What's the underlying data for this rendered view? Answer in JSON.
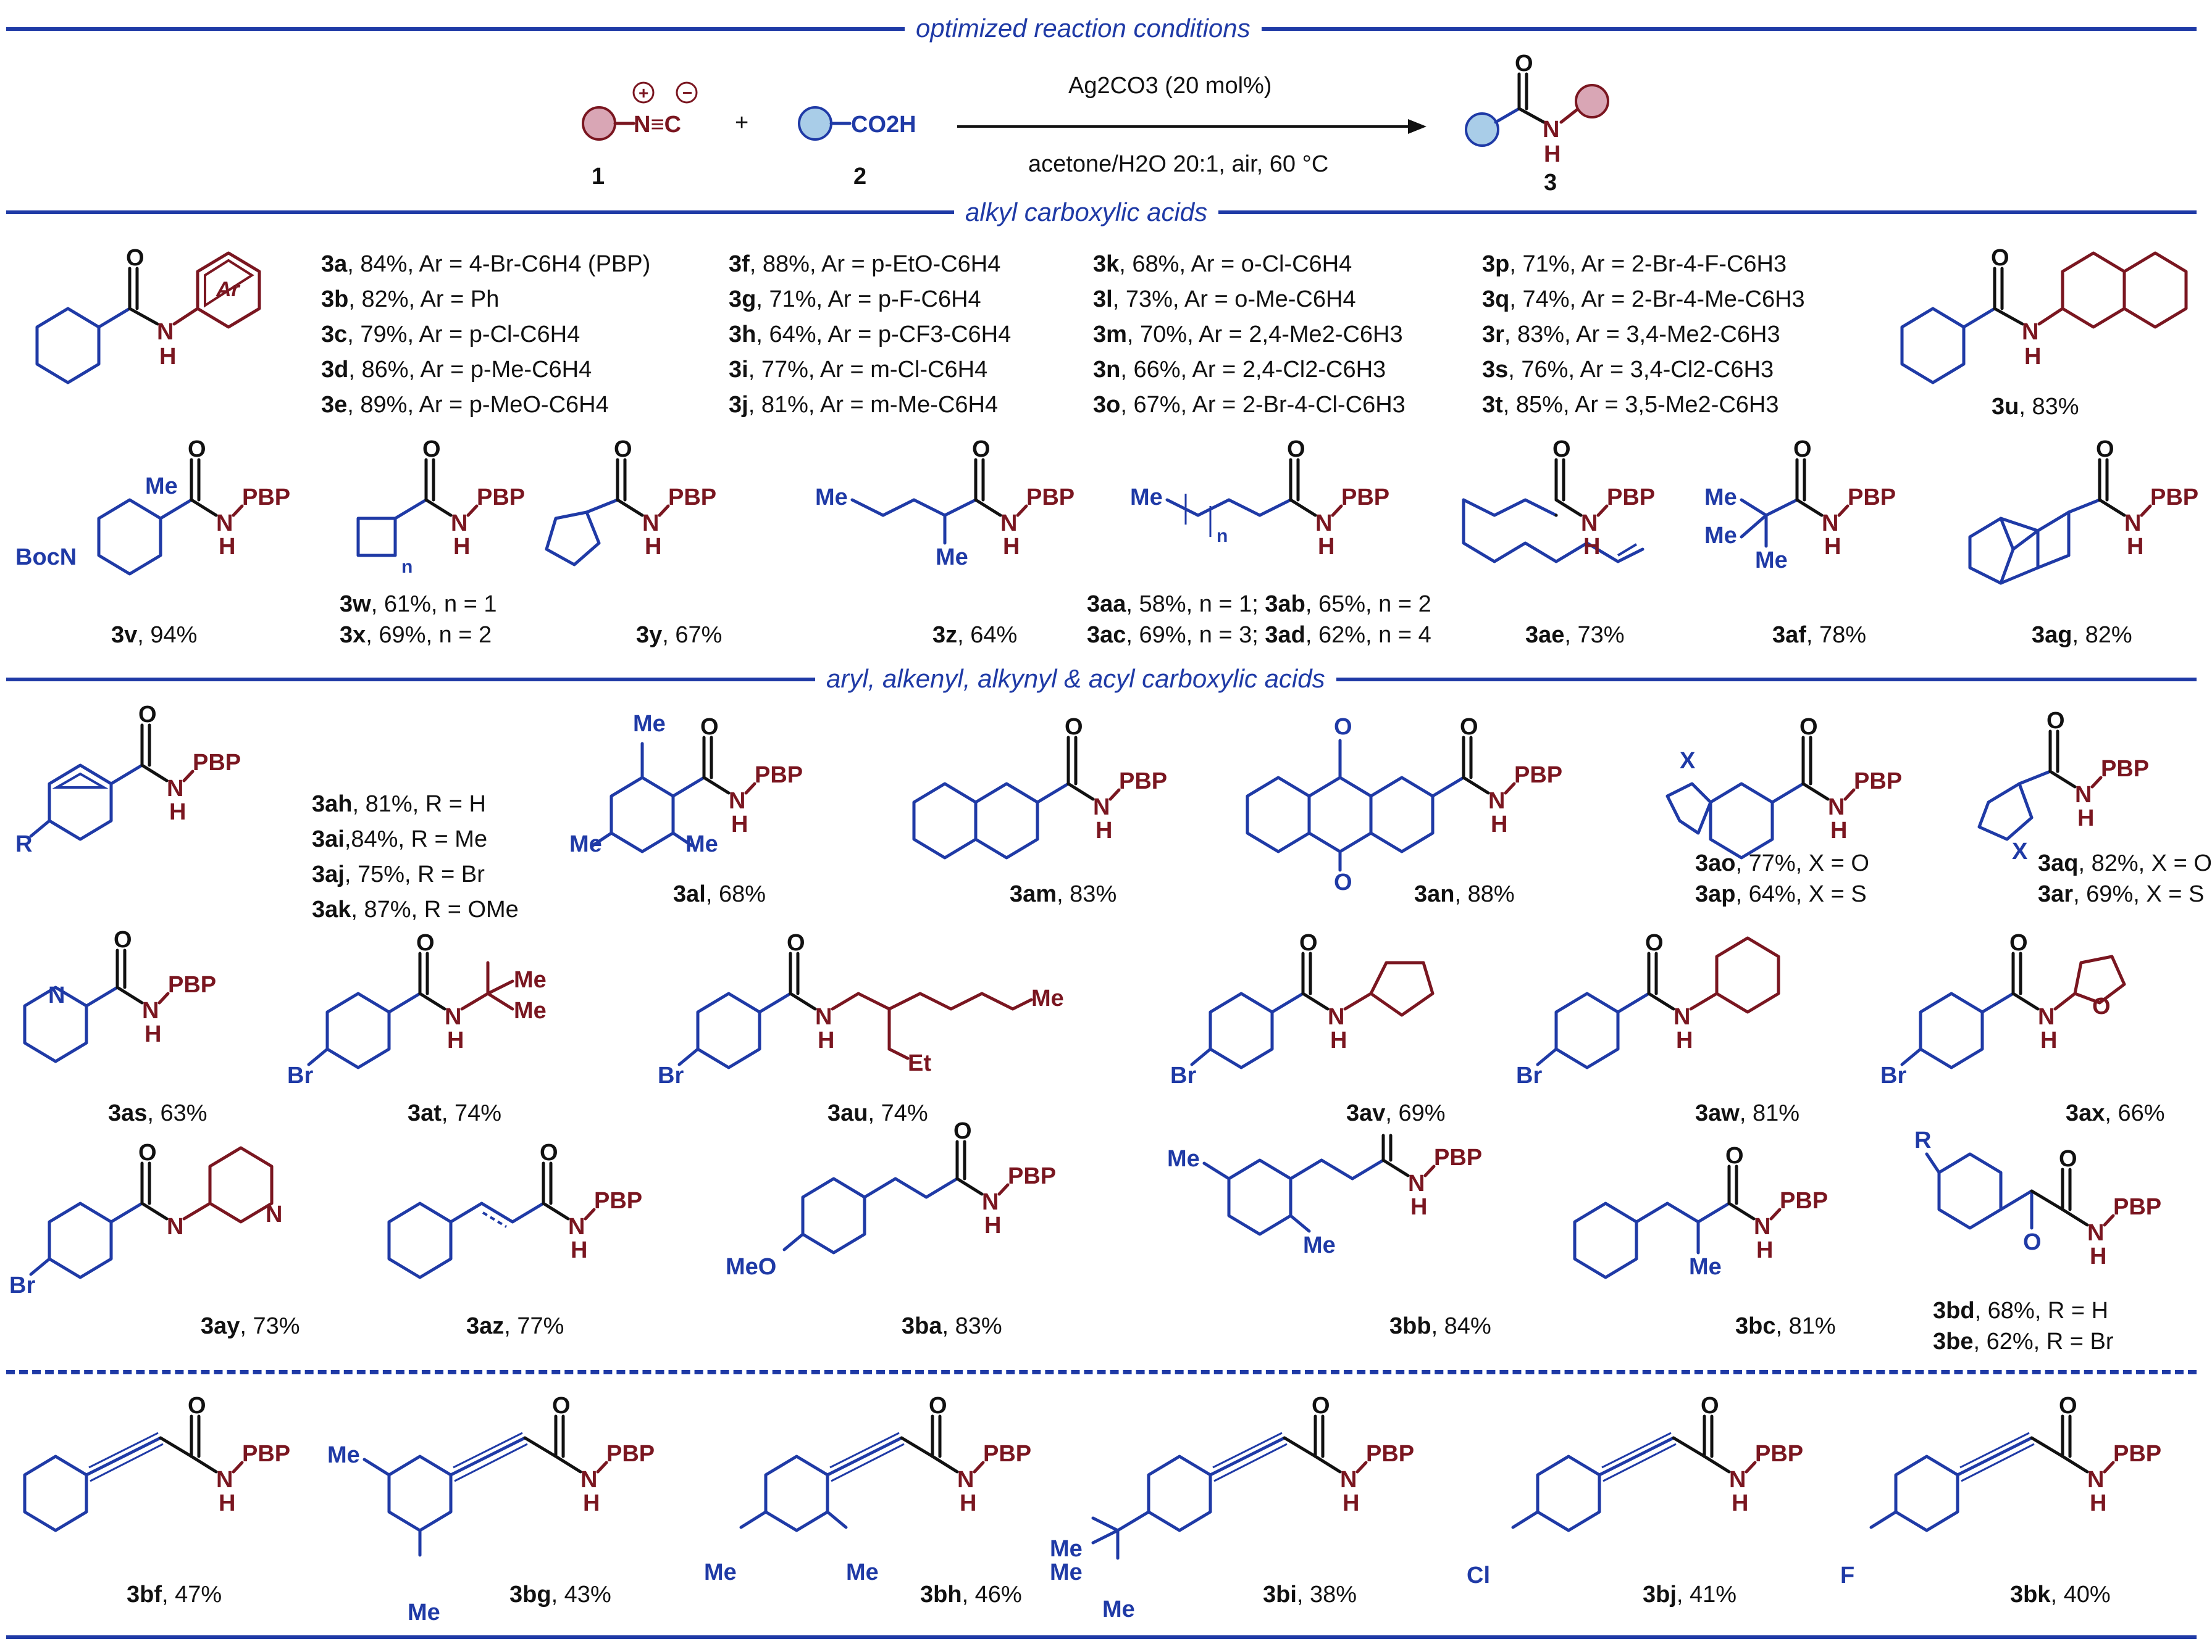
{
  "headings": {
    "top": "optimized reaction conditions",
    "alkyl": "alkyl carboxylic acids",
    "aryl": "aryl, alkenyl, alkynyl & acyl carboxylic acids"
  },
  "scheme": {
    "reagent1_label": "1",
    "reagent2_label": "2",
    "product_label": "3",
    "plus": "+",
    "acid_group": "CO2H",
    "isocyanide": "N≡C",
    "catalyst": "Ag2CO3 (20 mol%)",
    "conditions": "acetone/H2O 20:1, air, 60 °C"
  },
  "atoms": {
    "O": "O",
    "H": "H",
    "N": "N",
    "PBP": "PBP",
    "Me": "Me",
    "Br": "Br",
    "Cl": "Cl",
    "F": "F",
    "X": "X",
    "R": "R",
    "Ar": "Ar",
    "BocN": "BocN",
    "MeO": "MeO",
    "Et": "Et",
    "n": "n"
  },
  "alkyl_lists": [
    [
      {
        "id": "3a",
        "text": ", 84%, Ar = 4-Br-C6H4 (PBP)"
      },
      {
        "id": "3b",
        "text": ", 82%, Ar = Ph"
      },
      {
        "id": "3c",
        "text": ", 79%, Ar = p-Cl-C6H4"
      },
      {
        "id": "3d",
        "text": ", 86%, Ar = p-Me-C6H4"
      },
      {
        "id": "3e",
        "text": ", 89%, Ar = p-MeO-C6H4"
      }
    ],
    [
      {
        "id": "3f",
        "text": ", 88%, Ar = p-EtO-C6H4"
      },
      {
        "id": "3g",
        "text": ", 71%, Ar = p-F-C6H4"
      },
      {
        "id": "3h",
        "text": ", 64%, Ar = p-CF3-C6H4"
      },
      {
        "id": "3i",
        "text": ", 77%, Ar = m-Cl-C6H4"
      },
      {
        "id": "3j",
        "text": ", 81%, Ar = m-Me-C6H4"
      }
    ],
    [
      {
        "id": "3k",
        "text": ", 68%, Ar = o-Cl-C6H4"
      },
      {
        "id": "3l",
        "text": ", 73%, Ar = o-Me-C6H4"
      },
      {
        "id": "3m",
        "text": ", 70%, Ar = 2,4-Me2-C6H3"
      },
      {
        "id": "3n",
        "text": ", 66%, Ar = 2,4-Cl2-C6H3"
      },
      {
        "id": "3o",
        "text": ", 67%, Ar = 2-Br-4-Cl-C6H3"
      }
    ],
    [
      {
        "id": "3p",
        "text": ", 71%, Ar = 2-Br-4-F-C6H3"
      },
      {
        "id": "3q",
        "text": ", 74%, Ar = 2-Br-4-Me-C6H3"
      },
      {
        "id": "3r",
        "text": ", 83%, Ar = 3,4-Me2-C6H3"
      },
      {
        "id": "3s",
        "text": ", 76%, Ar = 3,4-Cl2-C6H3"
      },
      {
        "id": "3t",
        "text": ", 85%, Ar = 3,5-Me2-C6H3"
      }
    ]
  ],
  "captions": {
    "3u": {
      "id": "3u",
      "text": ", 83%"
    },
    "3v": {
      "id": "3v",
      "text": ", 94%"
    },
    "3w": {
      "id": "3w",
      "text": ", 61%, n = 1"
    },
    "3x": {
      "id": "3x",
      "text": ", 69%, n = 2"
    },
    "3y": {
      "id": "3y",
      "text": ", 67%"
    },
    "3z": {
      "id": "3z",
      "text": ", 64%"
    },
    "3aa": {
      "id": "3aa",
      "text": ", 58%, n = 1; "
    },
    "3ab": {
      "id": "3ab",
      "text": ", 65%, n = 2"
    },
    "3ac": {
      "id": "3ac",
      "text": ", 69%, n = 3; "
    },
    "3ad": {
      "id": "3ad",
      "text": ", 62%, n = 4"
    },
    "3ae": {
      "id": "3ae",
      "text": ", 73%"
    },
    "3af": {
      "id": "3af",
      "text": ", 78%"
    },
    "3ag": {
      "id": "3ag",
      "text": ", 82%"
    },
    "3ah": {
      "id": "3ah",
      "text": ", 81%, R = H"
    },
    "3ai": {
      "id": "3ai",
      "text": ",84%, R = Me"
    },
    "3aj": {
      "id": "3aj",
      "text": ", 75%, R = Br"
    },
    "3ak": {
      "id": "3ak",
      "text": ", 87%, R = OMe"
    },
    "3al": {
      "id": "3al",
      "text": ", 68%"
    },
    "3am": {
      "id": "3am",
      "text": ", 83%"
    },
    "3an": {
      "id": "3an",
      "text": ", 88%"
    },
    "3ao": {
      "id": "3ao",
      "text": ", 77%, X = O"
    },
    "3ap": {
      "id": "3ap",
      "text": ", 64%, X = S"
    },
    "3aq": {
      "id": "3aq",
      "text": ", 82%, X = O"
    },
    "3ar": {
      "id": "3ar",
      "text": ", 69%, X = S"
    },
    "3as": {
      "id": "3as",
      "text": ", 63%"
    },
    "3at": {
      "id": "3at",
      "text": ", 74%"
    },
    "3au": {
      "id": "3au",
      "text": ", 74%"
    },
    "3av": {
      "id": "3av",
      "text": ", 69%"
    },
    "3aw": {
      "id": "3aw",
      "text": ", 81%"
    },
    "3ax": {
      "id": "3ax",
      "text": ", 66%"
    },
    "3ay": {
      "id": "3ay",
      "text": ", 73%"
    },
    "3az": {
      "id": "3az",
      "text": ", 77%"
    },
    "3ba": {
      "id": "3ba",
      "text": ", 83%"
    },
    "3bb": {
      "id": "3bb",
      "text": ", 84%"
    },
    "3bc": {
      "id": "3bc",
      "text": ", 81%"
    },
    "3bd": {
      "id": "3bd",
      "text": ", 68%, R = H"
    },
    "3be": {
      "id": "3be",
      "text": ", 62%, R = Br"
    },
    "3bf": {
      "id": "3bf",
      "text": ", 47%"
    },
    "3bg": {
      "id": "3bg",
      "text": ", 43%"
    },
    "3bh": {
      "id": "3bh",
      "text": ", 46%"
    },
    "3bi": {
      "id": "3bi",
      "text": ", 38%"
    },
    "3bj": {
      "id": "3bj",
      "text": ", 41%"
    },
    "3bk": {
      "id": "3bk",
      "text": ", 40%"
    }
  },
  "colors": {
    "rule": "#1f3aa6",
    "acid_part": "#1f3aa6",
    "amine_part": "#7a1620",
    "blue_ball": "#a9cde8",
    "red_ball": "#d9a6b5"
  }
}
